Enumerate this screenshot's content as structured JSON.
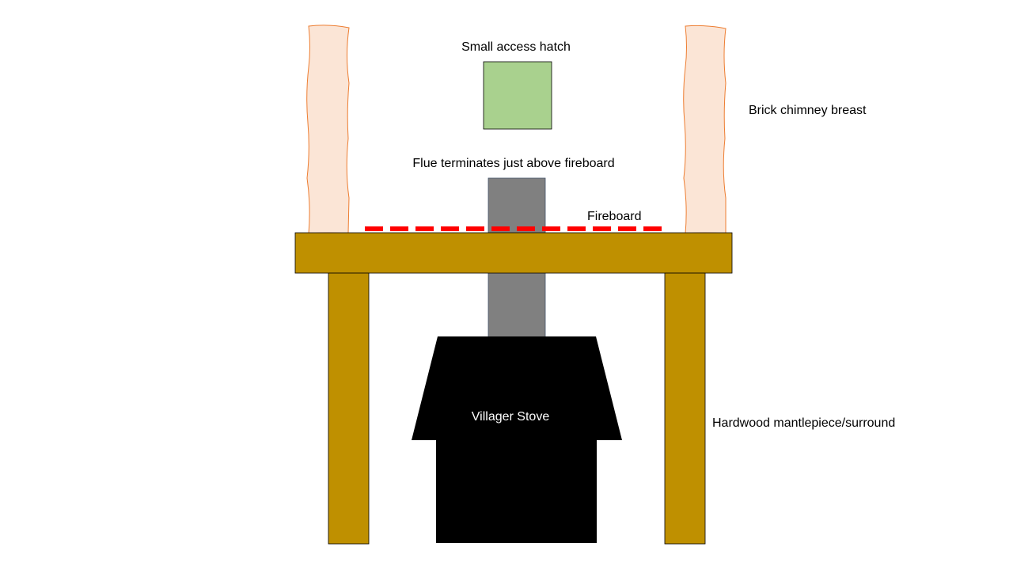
{
  "labels": {
    "access_hatch": "Small access hatch",
    "chimney_breast": "Brick chimney breast",
    "flue": "Flue terminates just above fireboard",
    "fireboard": "Fireboard",
    "stove": "Villager Stove",
    "mantlepiece": "Hardwood mantlepiece/surround"
  },
  "colors": {
    "brick": "#FBE5D6",
    "brick_outline": "#ED7D31",
    "hatch": "#A9D18E",
    "flue": "#808080",
    "fireboard": "#FF0000",
    "mantle": "#BF9000",
    "stove": "#000000",
    "label_text": "#000000",
    "stove_text": "#FFFFFF"
  }
}
